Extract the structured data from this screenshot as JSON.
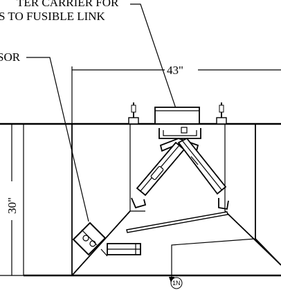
{
  "labels": {
    "note_line1": "TER CARRIER FOR",
    "note_line2": "S TO FUSIBLE LINK",
    "sensor": "SOR",
    "width_dim": "43\"",
    "height_dim": "30\"",
    "section_ref": "1N"
  }
}
